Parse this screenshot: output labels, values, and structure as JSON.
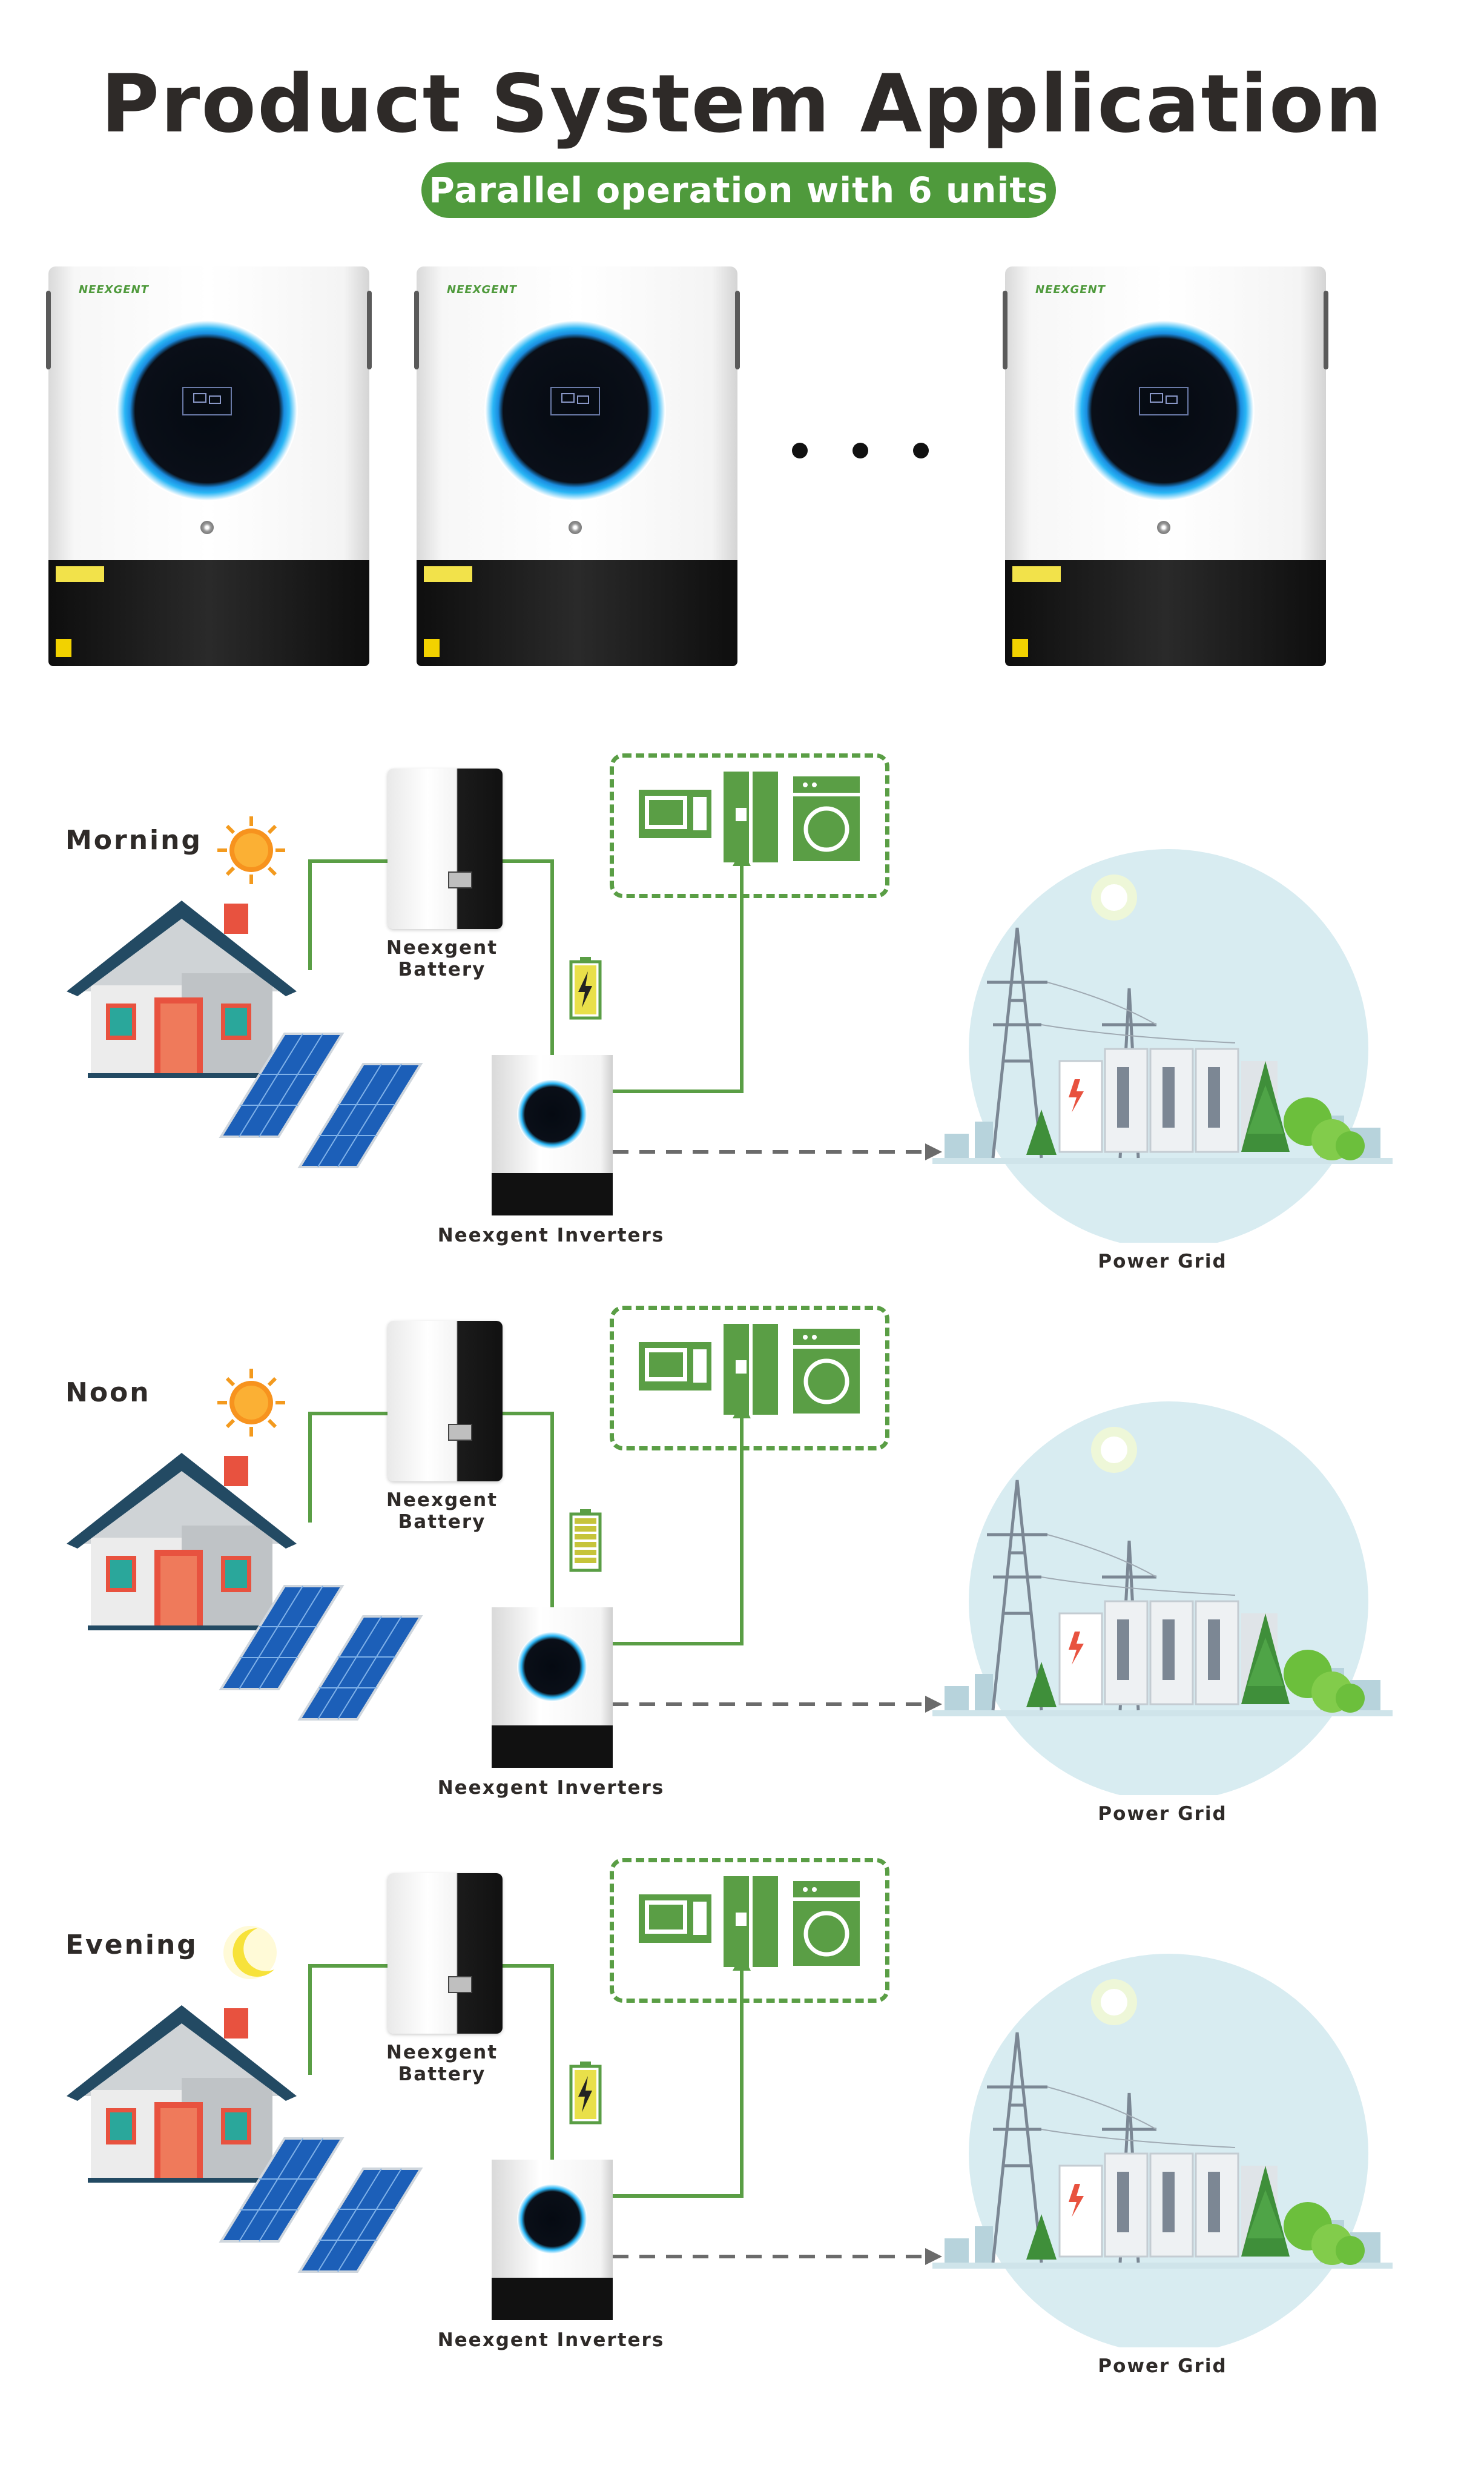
{
  "header": {
    "title": "Product System Application",
    "subtitle": "Parallel operation with 6 units"
  },
  "inverter_cards": [
    {
      "brand": "NEEXGENT"
    },
    {
      "brand": "NEEXGENT"
    },
    {
      "brand": "NEEXGENT"
    }
  ],
  "scenarios": [
    {
      "time": "Morning",
      "sky_icon": "sun-icon",
      "battery_label": "Neexgent Battery",
      "battery_state": "charging-icon",
      "inverter_label": "Neexgent Inverters",
      "grid_label": "Power Grid"
    },
    {
      "time": "Noon",
      "sky_icon": "sun-icon",
      "battery_label": "Neexgent Battery",
      "battery_state": "full-battery-icon",
      "inverter_label": "Neexgent Inverters",
      "grid_label": "Power Grid"
    },
    {
      "time": "Evening",
      "sky_icon": "moon-icon",
      "battery_label": "Neexgent Battery",
      "battery_state": "charging-icon",
      "inverter_label": "Neexgent Inverters",
      "grid_label": "Power Grid"
    }
  ],
  "colors": {
    "accent_green": "#4f9a3c",
    "line_green": "#5a9e45",
    "title_dark": "#2e2a28",
    "grid_arrow": "#6b6b6b"
  }
}
